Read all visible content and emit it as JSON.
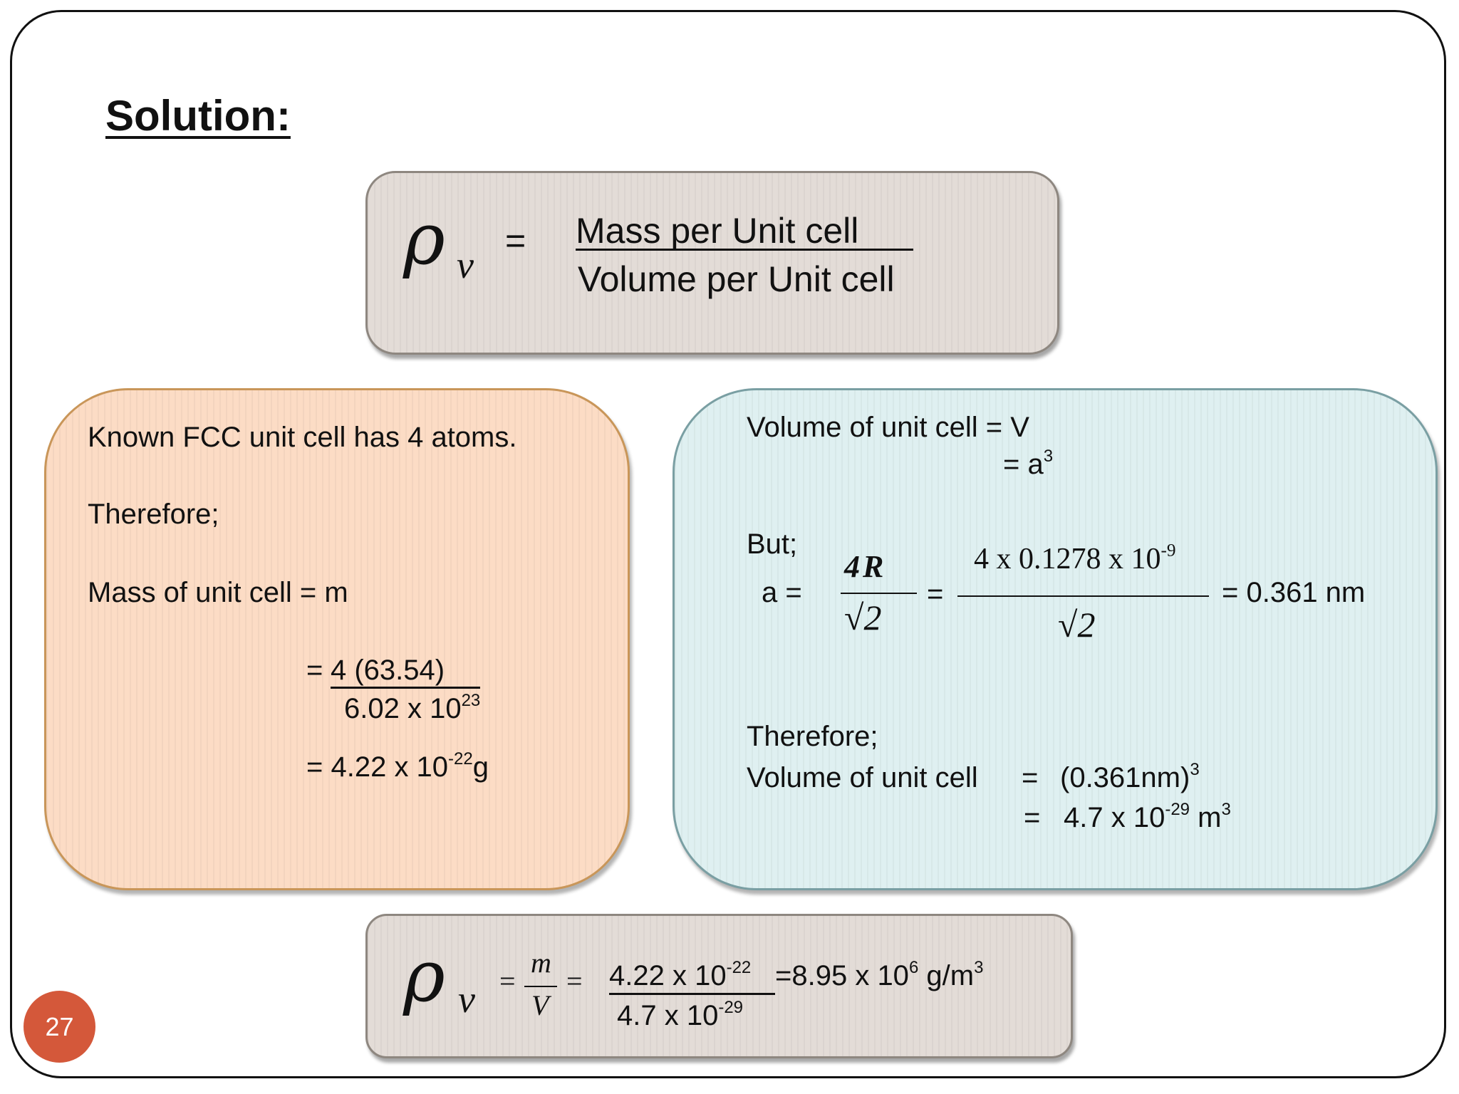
{
  "title": "Solution:",
  "formula_top": {
    "symbol": "ρ",
    "subscript": "v",
    "equals": "=",
    "numerator": "Mass per Unit cell",
    "denominator": "Volume per Unit cell"
  },
  "left_box": {
    "line1": "Known FCC unit cell has 4 atoms.",
    "line2": "Therefore;",
    "line3": "Mass of unit cell = m",
    "eq1_prefix": "= ",
    "eq1_numerator": "4 (63.54)",
    "eq1_den_base": "6.02 x 10",
    "eq1_den_exp": "23",
    "eq2_base": "= 4.22 x 10",
    "eq2_exp": "-22",
    "eq2_unit": "g"
  },
  "right_box": {
    "line1": "Volume of unit cell = V",
    "line2_base": "= a",
    "line2_exp": "3",
    "but": "But;",
    "a_label": "a =",
    "frac1_num": "4R",
    "frac1_den": "√2",
    "equals": "=",
    "frac2_num_base": "4 x 0.1278 x 10",
    "frac2_num_exp": "-9",
    "frac2_den": "√2",
    "result": "=  0.361 nm",
    "therefore": "Therefore;",
    "vol_label": "Volume of unit cell",
    "vol_eq1": "=",
    "vol_val1_base": "(0.361nm)",
    "vol_val1_exp": "3",
    "vol_eq2": "=",
    "vol_val2_base": "4.7 x 10",
    "vol_val2_exp": "-29",
    "vol_val2_unit": " m",
    "vol_val2_unit_exp": "3"
  },
  "formula_bottom": {
    "symbol": "ρ",
    "subscript": "v",
    "eq1": "=",
    "m": "m",
    "V": "V",
    "eq2": "=",
    "num_base": "4.22 x 10",
    "num_exp": "-22",
    "result_base": " =8.95 x 10",
    "result_exp": "6",
    "result_unit": " g/m",
    "result_unit_exp": "3",
    "den_base": "4.7 x 10",
    "den_exp": "-29"
  },
  "page_number": "27",
  "colors": {
    "gray_box": "#e3dcd7",
    "orange_box": "#fcdcc5",
    "blue_box": "#dff0f1",
    "badge": "#d4583a"
  }
}
